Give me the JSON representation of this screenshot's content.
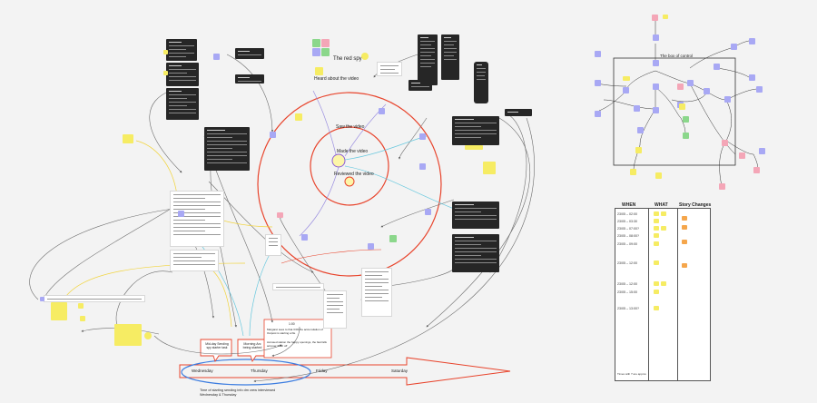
{
  "labels": {
    "red_spy": "The red spy",
    "heard": "Heard about the video",
    "saw": "Saw the video",
    "made": "Made the video",
    "reviewed": "Reviewed the video",
    "box_control": "The box of control",
    "days": [
      "Wednesday",
      "Thursday",
      "Friday",
      "Saturday"
    ],
    "time_note": "Time of starting sending info dm crew interviewed",
    "time_note_2": "Wednesday & Thursday",
    "callout_1": "Mid-day Sending spy starter task",
    "callout_2": "Morning Arc being started",
    "note_1": "1:00",
    "note_2": "Margaret sees to that 3:00 the accumulation of Outpost is starting a file",
    "note_3": "Accused station the happy openings, the fast falls accuser Truth off"
  },
  "timeline": {
    "headers": [
      "WHEN",
      "WHAT",
      "Story Changes"
    ],
    "rows": [
      "23/05 – 02:00",
      "23/05 – 03:30",
      "23/05 – 07:00?",
      "23/05 – 08:00?",
      "23/05 – 09:00",
      "23/05 – 12:00",
      "23/05 – 12:00",
      "23/05 – 15:00",
      "23/05 – 13:00?"
    ],
    "footer": "Times with ? are approx"
  },
  "colors": {
    "background": "#f3f3f3",
    "circle_red": "#e8442c",
    "arrow_red": "#e8442c",
    "ellipse_blue": "#3c7de0",
    "line_gray": "#6d6d6d",
    "line_yellow": "#f2d43c",
    "line_cyan": "#68c8de",
    "line_purple": "#9b8fe0",
    "sticky_purple": "#a8a8f4",
    "sticky_yellow": "#f6ec63",
    "sticky_pink": "#f4a6b7",
    "sticky_orange": "#f5a64b"
  }
}
